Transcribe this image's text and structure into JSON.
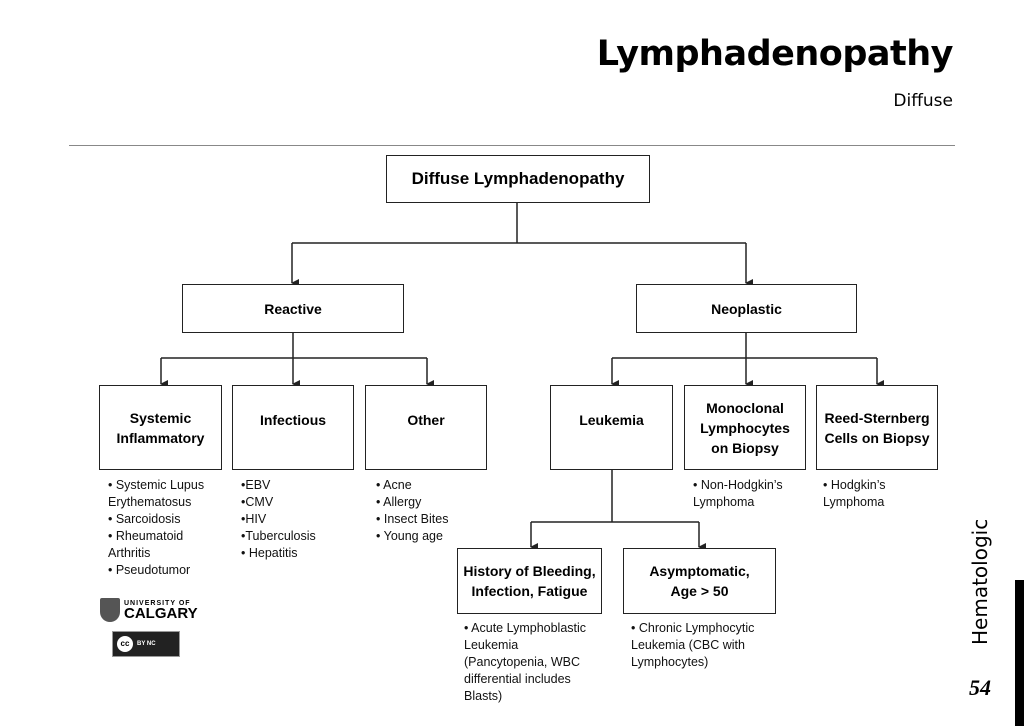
{
  "header": {
    "title": "Lymphadenopathy",
    "subtitle": "Diffuse"
  },
  "diagram": {
    "root": "Diffuse Lymphadenopathy",
    "reactive": {
      "label": "Reactive",
      "children": [
        {
          "label": "Systemic Inflammatory",
          "items": [
            "• Systemic Lupus",
            "Erythematosus",
            "• Sarcoidosis",
            "• Rheumatoid",
            "Arthritis",
            "• Pseudotumor"
          ]
        },
        {
          "label": "Infectious",
          "items": [
            "•EBV",
            "•CMV",
            "•HIV",
            "•Tuberculosis",
            "• Hepatitis"
          ]
        },
        {
          "label": "Other",
          "items": [
            "• Acne",
            "• Allergy",
            "• Insect Bites",
            "• Young age"
          ]
        }
      ]
    },
    "neoplastic": {
      "label": "Neoplastic",
      "children": [
        {
          "label": "Leukemia",
          "children": [
            {
              "label": "History of Bleeding, Infection, Fatigue",
              "items": [
                "• Acute Lymphoblastic",
                "Leukemia",
                "(Pancytopenia, WBC",
                "differential includes",
                "Blasts)"
              ]
            },
            {
              "label": "Asymptomatic, Age > 50",
              "items": [
                "• Chronic Lymphocytic",
                "Leukemia (CBC with",
                "Lymphocytes)"
              ]
            }
          ]
        },
        {
          "label": "Monoclonal Lymphocytes on Biopsy",
          "items": [
            "• Non-Hodgkin’s",
            "Lymphoma"
          ]
        },
        {
          "label": "Reed-Sternberg Cells on Biopsy",
          "items": [
            "• Hodgkin’s",
            "Lymphoma"
          ]
        }
      ]
    }
  },
  "footer": {
    "logo_line1": "UNIVERSITY OF",
    "logo_line2": "CALGARY",
    "license": "BY NC",
    "section": "Hematologic",
    "page_number": "54"
  }
}
